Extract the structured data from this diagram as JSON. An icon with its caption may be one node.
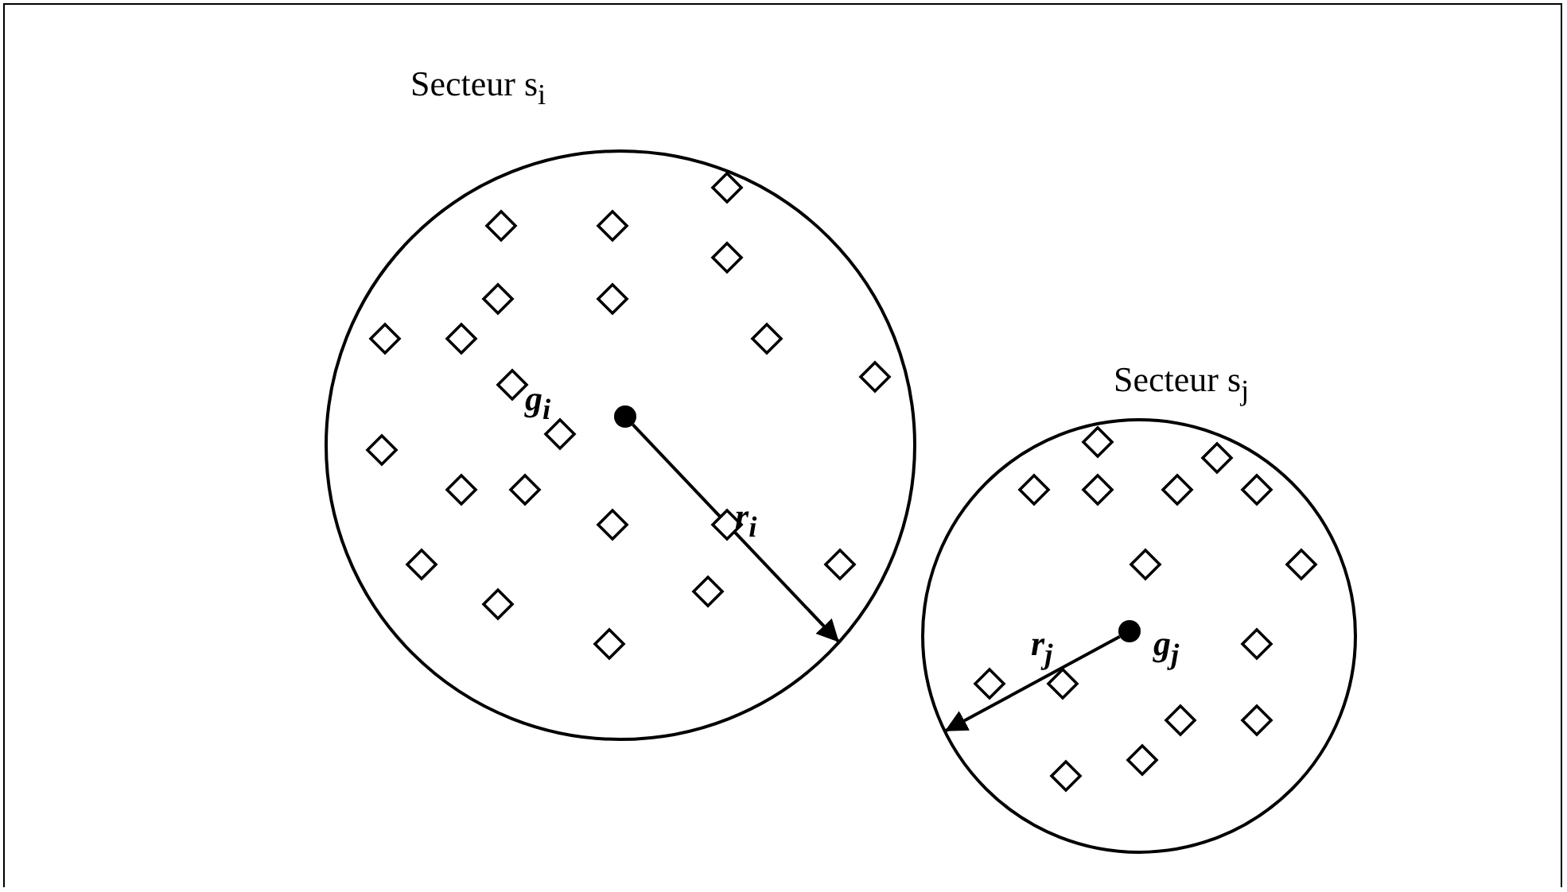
{
  "diagram": {
    "nodes": [
      {
        "text": [
          "Secteur s$_{i}$"
        ]
      },
      {
        "text": [],
        "shape": "circle",
        "in": 0,
        "beside": [
          "g$_{i}$"
        ]
      },
      {
        "text": [
          "Secteur s$_{j}$"
        ]
      },
      {
        "text": [],
        "shape": "circle",
        "in": 2,
        "beside": [
          "g$_{j}$"
        ]
      }
    ],
    "edges": [
      {
        "from": 1,
        "to": 0,
        "arrow": "to",
        "label": "r$_{i}$"
      },
      {
        "from": 3,
        "to": 2,
        "arrow": "to",
        "label": "r$_{j}$"
      }
    ]
  }
}
